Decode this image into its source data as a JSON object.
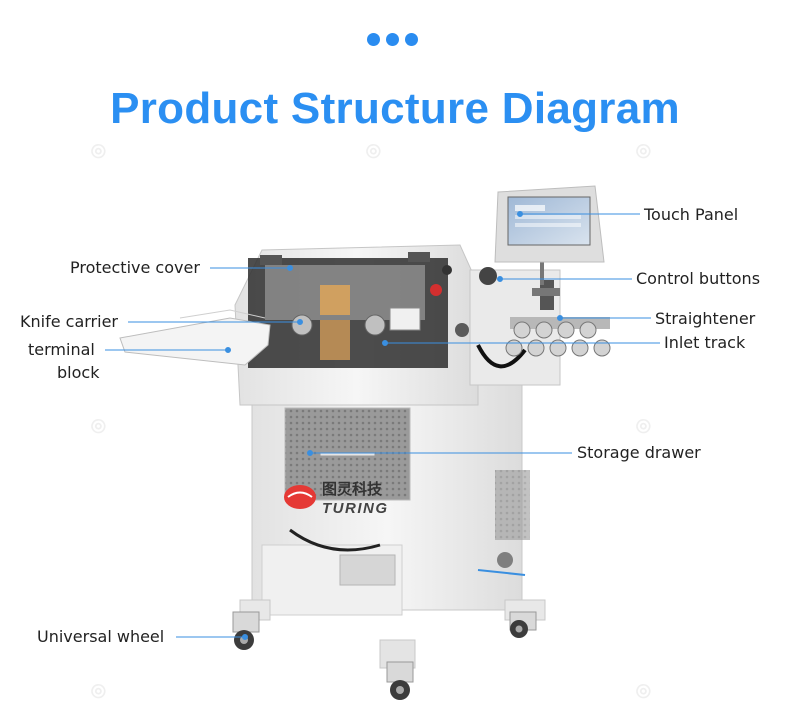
{
  "header": {
    "title": "Product Structure Diagram"
  },
  "labels": {
    "touch_panel": "Touch Panel",
    "protective_cover": "Protective cover",
    "control_buttons": "Control buttons",
    "knife_carrier": "Knife carrier",
    "straightener": "Straightener",
    "terminal_block_line1": "terminal",
    "terminal_block_line2": "block",
    "inlet_track": "Inlet track",
    "storage_drawer": "Storage drawer",
    "universal_wheel": "Universal wheel"
  },
  "brand": {
    "name_cn": "图灵科技",
    "name_en": "TURING"
  },
  "colors": {
    "accent": "#2b8ff2",
    "leader": "#3a8fe0",
    "machine": "#eeeeee",
    "text": "#222222"
  }
}
